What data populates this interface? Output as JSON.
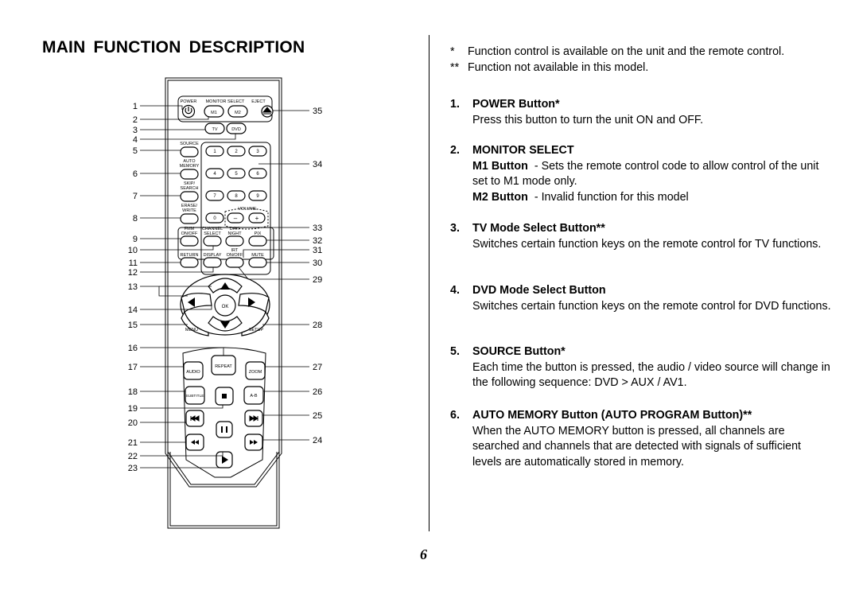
{
  "title": "MAIN FUNCTION DESCRIPTION",
  "page_number": "6",
  "notes": [
    {
      "mark": "*",
      "text": "Function control is available on the unit and the remote control."
    },
    {
      "mark": "**",
      "text": "Function not available in this model."
    }
  ],
  "sections": [
    {
      "num": "1.",
      "heading": "POWER Button*",
      "lines": [
        "Press this button to turn the unit ON and OFF."
      ]
    },
    {
      "num": "2.",
      "heading": "MONITOR SELECT",
      "m1_label": "M1 Button",
      "m1_text": "- Sets the remote control code to allow control of the unit set to M1 mode only.",
      "m2_label": "M2 Button",
      "m2_text": "- Invalid function for this model"
    },
    {
      "num": "3.",
      "heading": "TV Mode Select Button**",
      "lines": [
        "Switches certain function keys on the remote control for TV functions."
      ]
    },
    {
      "num": "4.",
      "heading": "DVD Mode Select Button",
      "lines": [
        "Switches certain function keys on the remote control for DVD functions."
      ]
    },
    {
      "num": "5.",
      "heading": "SOURCE Button*",
      "lines": [
        "Each time the button is pressed, the audio / video source will change in the following sequence: DVD > AUX / AV1."
      ]
    },
    {
      "num": "6.",
      "heading": "AUTO MEMORY Button (AUTO PROGRAM Button)**",
      "lines": [
        "When the AUTO MEMORY button is pressed, all channels are searched and channels that are detected with signals of sufficient levels are automatically stored in memory."
      ]
    }
  ],
  "remote": {
    "labels": {
      "power": "POWER",
      "monitor_select": "MONITOR SELECT",
      "eject": "EJECT",
      "m1": "M1",
      "m2": "M2",
      "tv": "TV",
      "dvd": "DVD",
      "source": "SOURCE",
      "auto": "AUTO",
      "memory": "MEMORY",
      "skip": "SKIP/",
      "search": "SEARCH",
      "erase": "ERASE/",
      "write": "WRITE",
      "volume": "VOLUME",
      "vol_minus": "–",
      "vol_plus": "+",
      "fmm": "FMM",
      "fmm_onoff": "ON/OFF",
      "channel": "CHANNEL",
      "channel_select": "SELECT",
      "day": "DAY/",
      "night": "NIGHT",
      "pix": "PIX",
      "irt": "IRT",
      "irt_onoff": "ON/OFF",
      "return": "RETURN",
      "display": "DISPLAY",
      "mute": "MUTE",
      "ok": "OK",
      "menu": "MENU",
      "setup": "SETUP",
      "audio": "AUDIO",
      "repeat": "REPEAT",
      "zoom": "ZOOM",
      "subtitle": "SUBTITLE",
      "ab": "A-B"
    },
    "digits": [
      "1",
      "2",
      "3",
      "4",
      "5",
      "6",
      "7",
      "8",
      "9",
      "0"
    ],
    "left_callouts": [
      "1",
      "2",
      "3",
      "4",
      "5",
      "6",
      "7",
      "8",
      "9",
      "10",
      "11",
      "12",
      "13",
      "14",
      "15",
      "16",
      "17",
      "18",
      "19",
      "20",
      "21",
      "22",
      "23"
    ],
    "right_callouts": [
      "35",
      "34",
      "33",
      "32",
      "31",
      "30",
      "29",
      "28",
      "27",
      "26",
      "25",
      "24"
    ]
  }
}
